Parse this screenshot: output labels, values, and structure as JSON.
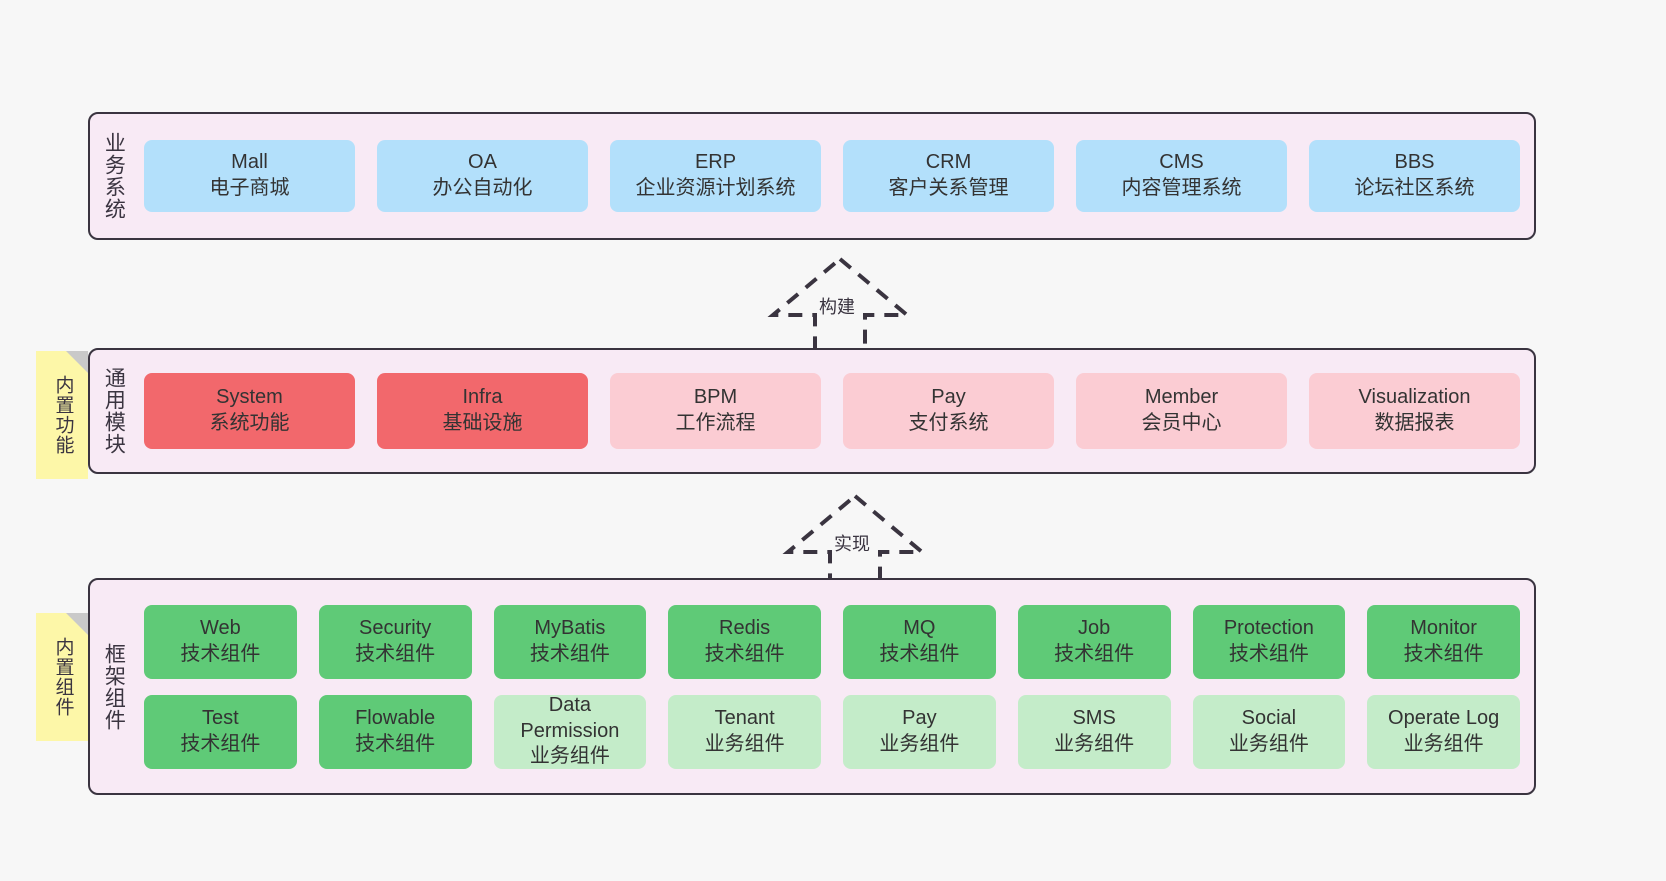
{
  "diagram": {
    "title": "Layered architecture diagram",
    "background_color": "#f7f7f7",
    "panel_color": "#f8eaf5",
    "panel_border_color": "#3a3440",
    "note_color": "#fdf7a8"
  },
  "layers": [
    {
      "id": "business-system",
      "label": "业务系统",
      "rows": [
        {
          "cards": [
            {
              "en": "Mall",
              "cn": "电子商城",
              "color": "#b3e0fb",
              "style": "c-blue"
            },
            {
              "en": "OA",
              "cn": "办公自动化",
              "color": "#b3e0fb",
              "style": "c-blue"
            },
            {
              "en": "ERP",
              "cn": "企业资源计划系统",
              "color": "#b3e0fb",
              "style": "c-blue"
            },
            {
              "en": "CRM",
              "cn": "客户关系管理",
              "color": "#b3e0fb",
              "style": "c-blue"
            },
            {
              "en": "CMS",
              "cn": "内容管理系统",
              "color": "#b3e0fb",
              "style": "c-blue"
            },
            {
              "en": "BBS",
              "cn": "论坛社区系统",
              "color": "#b3e0fb",
              "style": "c-blue"
            }
          ]
        }
      ]
    },
    {
      "id": "common-module",
      "label": "通用模块",
      "note": "内置功能",
      "rows": [
        {
          "cards": [
            {
              "en": "System",
              "cn": "系统功能",
              "color": "#f2686c",
              "style": "c-red"
            },
            {
              "en": "Infra",
              "cn": "基础设施",
              "color": "#f2686c",
              "style": "c-red"
            },
            {
              "en": "BPM",
              "cn": "工作流程",
              "color": "#fbccd3",
              "style": "c-pink"
            },
            {
              "en": "Pay",
              "cn": "支付系统",
              "color": "#fbccd3",
              "style": "c-pink"
            },
            {
              "en": "Member",
              "cn": "会员中心",
              "color": "#fbccd3",
              "style": "c-pink"
            },
            {
              "en": "Visualization",
              "cn": "数据报表",
              "color": "#fbccd3",
              "style": "c-pink"
            }
          ]
        }
      ]
    },
    {
      "id": "framework-component",
      "label": "框架组件",
      "note": "内置组件",
      "rows": [
        {
          "cards": [
            {
              "en": "Web",
              "cn": "技术组件",
              "color": "#5fca77",
              "style": "c-green"
            },
            {
              "en": "Security",
              "cn": "技术组件",
              "color": "#5fca77",
              "style": "c-green"
            },
            {
              "en": "MyBatis",
              "cn": "技术组件",
              "color": "#5fca77",
              "style": "c-green"
            },
            {
              "en": "Redis",
              "cn": "技术组件",
              "color": "#5fca77",
              "style": "c-green"
            },
            {
              "en": "MQ",
              "cn": "技术组件",
              "color": "#5fca77",
              "style": "c-green"
            },
            {
              "en": "Job",
              "cn": "技术组件",
              "color": "#5fca77",
              "style": "c-green"
            },
            {
              "en": "Protection",
              "cn": "技术组件",
              "color": "#5fca77",
              "style": "c-green"
            },
            {
              "en": "Monitor",
              "cn": "技术组件",
              "color": "#5fca77",
              "style": "c-green"
            }
          ]
        },
        {
          "cards": [
            {
              "en": "Test",
              "cn": "技术组件",
              "color": "#5fca77",
              "style": "c-green"
            },
            {
              "en": "Flowable",
              "cn": "技术组件",
              "color": "#5fca77",
              "style": "c-green"
            },
            {
              "en": "Data Permission",
              "cn": "业务组件",
              "color": "#c4ecc9",
              "style": "c-lightgreen"
            },
            {
              "en": "Tenant",
              "cn": "业务组件",
              "color": "#c4ecc9",
              "style": "c-lightgreen"
            },
            {
              "en": "Pay",
              "cn": "业务组件",
              "color": "#c4ecc9",
              "style": "c-lightgreen"
            },
            {
              "en": "SMS",
              "cn": "业务组件",
              "color": "#c4ecc9",
              "style": "c-lightgreen"
            },
            {
              "en": "Social",
              "cn": "业务组件",
              "color": "#c4ecc9",
              "style": "c-lightgreen"
            },
            {
              "en": "Operate Log",
              "cn": "业务组件",
              "color": "#c4ecc9",
              "style": "c-lightgreen"
            }
          ]
        }
      ]
    }
  ],
  "arrows": [
    {
      "id": "build",
      "label": "构建",
      "from": "common-module",
      "to": "business-system"
    },
    {
      "id": "realize",
      "label": "实现",
      "from": "framework-component",
      "to": "common-module"
    }
  ]
}
